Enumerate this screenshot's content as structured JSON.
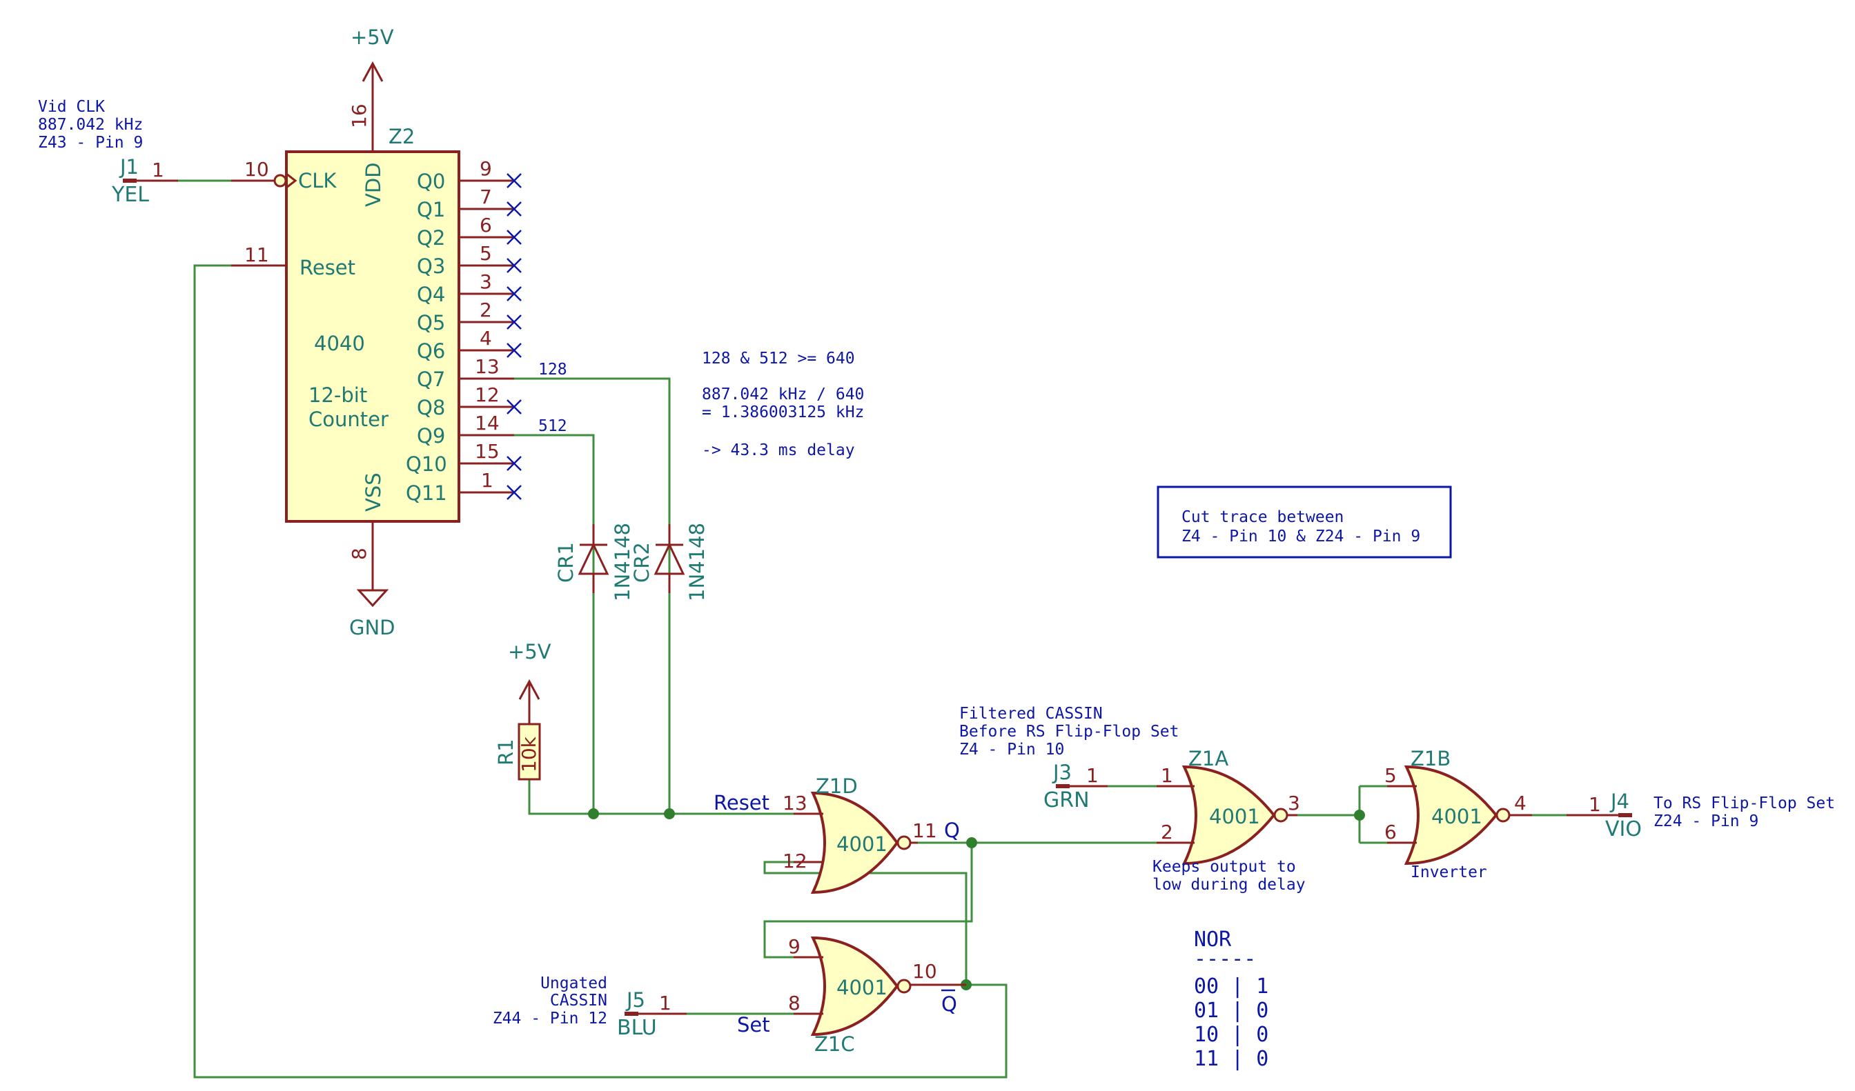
{
  "power": {
    "vcc_top": "+5V",
    "vcc_mid": "+5V",
    "gnd": "GND"
  },
  "counter": {
    "ref": "Z2",
    "part": "4040",
    "desc1": "12-bit",
    "desc2": "Counter",
    "clk": "CLK",
    "reset": "Reset",
    "vdd": "VDD",
    "vss": "VSS",
    "pin_clk": "10",
    "pin_reset": "11",
    "pin_vdd": "16",
    "pin_vss": "8",
    "outputs": [
      {
        "name": "Q0",
        "pin": "9"
      },
      {
        "name": "Q1",
        "pin": "7"
      },
      {
        "name": "Q2",
        "pin": "6"
      },
      {
        "name": "Q3",
        "pin": "5"
      },
      {
        "name": "Q4",
        "pin": "3"
      },
      {
        "name": "Q5",
        "pin": "2"
      },
      {
        "name": "Q6",
        "pin": "4"
      },
      {
        "name": "Q7",
        "pin": "13"
      },
      {
        "name": "Q8",
        "pin": "12"
      },
      {
        "name": "Q9",
        "pin": "14"
      },
      {
        "name": "Q10",
        "pin": "15"
      },
      {
        "name": "Q11",
        "pin": "1"
      }
    ],
    "net_q7": "128",
    "net_q9": "512"
  },
  "j1": {
    "ref": "J1",
    "pin": "1",
    "color": "YEL",
    "note1": "Vid CLK",
    "note2": "887.042 kHz",
    "note3": "Z43 - Pin 9"
  },
  "calc": {
    "l1": "128 & 512 >= 640",
    "l2": "887.042 kHz / 640",
    "l3": "= 1.386003125 kHz",
    "l4": "-> 43.3 ms delay"
  },
  "cut_note": {
    "l1": "Cut trace between",
    "l2": "Z4 - Pin 10 & Z24 - Pin 9"
  },
  "diodes": [
    {
      "ref": "CR1",
      "part": "1N4148"
    },
    {
      "ref": "CR2",
      "part": "1N4148"
    }
  ],
  "r1": {
    "ref": "R1",
    "value": "10k"
  },
  "z1d": {
    "ref": "Z1D",
    "part": "4001",
    "in1": "13",
    "in2": "12",
    "out": "11",
    "net_in": "Reset",
    "net_out": "Q"
  },
  "z1c": {
    "ref": "Z1C",
    "part": "4001",
    "in1": "9",
    "in2": "8",
    "out": "10",
    "net_in": "Set",
    "net_out": "Q"
  },
  "z1a": {
    "ref": "Z1A",
    "part": "4001",
    "in1": "1",
    "in2": "2",
    "out": "3",
    "note1": "Keeps output to",
    "note2": "low during delay"
  },
  "z1b": {
    "ref": "Z1B",
    "part": "4001",
    "in1": "5",
    "in2": "6",
    "out": "4",
    "note": "Inverter"
  },
  "j3": {
    "ref": "J3",
    "pin": "1",
    "color": "GRN",
    "note1": "Filtered CASSIN",
    "note2": "Before RS Flip-Flop Set",
    "note3": "Z4 - Pin 10"
  },
  "j4": {
    "ref": "J4",
    "pin": "1",
    "color": "VIO",
    "note1": "To RS Flip-Flop Set",
    "note2": "Z24 - Pin 9"
  },
  "j5": {
    "ref": "J5",
    "pin": "1",
    "color": "BLU",
    "note1": "Ungated",
    "note2": "CASSIN",
    "note3": "Z44 - Pin 12"
  },
  "truth": {
    "title": "NOR",
    "sep": "-----",
    "rows": [
      "00 | 1",
      "01 | 0",
      "10 | 0",
      "11 | 0"
    ]
  }
}
